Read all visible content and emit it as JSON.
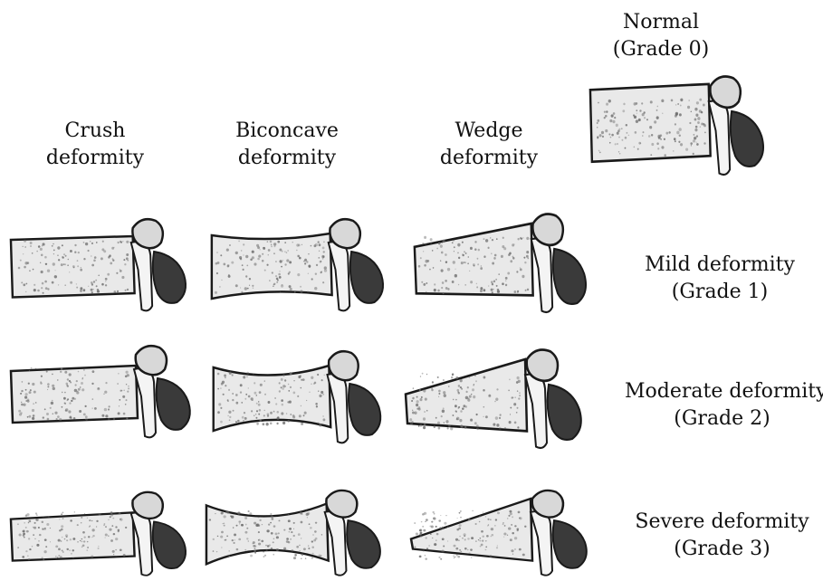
{
  "columns": {
    "crush": {
      "line1": "Crush",
      "line2": "deformity"
    },
    "biconcave": {
      "line1": "Biconcave",
      "line2": "deformity"
    },
    "wedge": {
      "line1": "Wedge",
      "line2": "deformity"
    }
  },
  "normal": {
    "line1": "Normal",
    "line2": "(Grade 0)"
  },
  "rows": {
    "mild": {
      "line1": "Mild  deformity",
      "line2": "(Grade 1)"
    },
    "moderate": {
      "line1": "Moderate deformity",
      "line2": "(Grade 2)"
    },
    "severe": {
      "line1": "Severe deformity",
      "line2": "(Grade 3)"
    }
  },
  "colors": {
    "bone_fill": "#e9e9e9",
    "bone_stipple": "#6a6a6a",
    "outline": "#1a1a1a",
    "process_dark": "#3a3a3a"
  },
  "grid": [
    {
      "row": "normal",
      "column": "normal"
    },
    {
      "row": "mild",
      "column": "crush"
    },
    {
      "row": "mild",
      "column": "biconcave"
    },
    {
      "row": "mild",
      "column": "wedge"
    },
    {
      "row": "moderate",
      "column": "crush"
    },
    {
      "row": "moderate",
      "column": "biconcave"
    },
    {
      "row": "moderate",
      "column": "wedge"
    },
    {
      "row": "severe",
      "column": "crush"
    },
    {
      "row": "severe",
      "column": "biconcave"
    },
    {
      "row": "severe",
      "column": "wedge"
    }
  ]
}
